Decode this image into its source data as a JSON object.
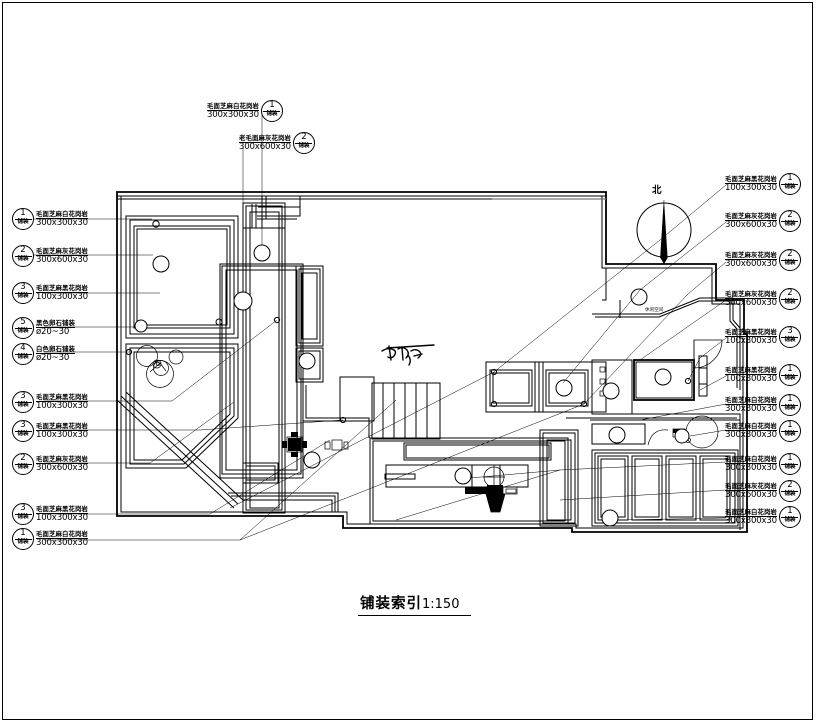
{
  "sheet": {
    "title": "铺装索引",
    "scale": "1:150",
    "north_label": "北",
    "room_label": "休闲空间",
    "watermark": "signature-watermark"
  },
  "materials": {
    "granite_white": "毛面芝麻白花岗岩",
    "granite_grey": "毛面芝麻灰花岗岩",
    "granite_black": "毛面芝麻黑花岗岩",
    "granite_grey_old": "老毛面麻灰花岗岩",
    "pebble_black": "黑色卵石铺装",
    "pebble_white": "白色卵石铺装",
    "dim_300x300": "300x300x30",
    "dim_300x600": "300x600x30",
    "dim_100x300": "100x300x30",
    "dim_pebble": "ø20~30",
    "bubble_denominator": "铺装"
  },
  "top_labels": [
    {
      "id": "top-1",
      "num": "1",
      "den": "铺装",
      "material": "毛面芝麻白花岗岩",
      "dim": "300x300x30"
    },
    {
      "id": "top-2",
      "num": "2",
      "den": "铺装",
      "material": "老毛面麻灰花岗岩",
      "dim": "300x600x30"
    }
  ],
  "left_labels": [
    {
      "id": "left-1",
      "num": "1",
      "den": "铺装",
      "material": "毛面芝麻白花岗岩",
      "dim": "300x300x30"
    },
    {
      "id": "left-2",
      "num": "2",
      "den": "铺装",
      "material": "毛面芝麻灰花岗岩",
      "dim": "300x600x30"
    },
    {
      "id": "left-3",
      "num": "3",
      "den": "铺装",
      "material": "毛面芝麻黑花岗岩",
      "dim": "100x300x30"
    },
    {
      "id": "left-4",
      "num": "5",
      "den": "铺装",
      "material": "黑色卵石铺装",
      "dim": "ø20~30"
    },
    {
      "id": "left-5",
      "num": "4",
      "den": "铺装",
      "material": "白色卵石铺装",
      "dim": "ø20~30"
    },
    {
      "id": "left-6",
      "num": "3",
      "den": "铺装",
      "material": "毛面芝麻黑花岗岩",
      "dim": "100x300x30"
    },
    {
      "id": "left-7",
      "num": "3",
      "den": "铺装",
      "material": "毛面芝麻黑花岗岩",
      "dim": "100x300x30"
    },
    {
      "id": "left-8",
      "num": "2",
      "den": "铺装",
      "material": "毛面芝麻灰花岗岩",
      "dim": "300x600x30"
    },
    {
      "id": "left-9",
      "num": "3",
      "den": "铺装",
      "material": "毛面芝麻黑花岗岩",
      "dim": "100x300x30"
    },
    {
      "id": "left-10",
      "num": "1",
      "den": "铺装",
      "material": "毛面芝麻白花岗岩",
      "dim": "300x300x30"
    }
  ],
  "right_labels": [
    {
      "id": "right-1",
      "num": "1",
      "den": "铺装",
      "material": "毛面芝麻黑花岗岩",
      "dim": "100x300x30"
    },
    {
      "id": "right-2",
      "num": "2",
      "den": "铺装",
      "material": "毛面芝麻灰花岗岩",
      "dim": "300x600x30"
    },
    {
      "id": "right-3",
      "num": "2",
      "den": "铺装",
      "material": "毛面芝麻灰花岗岩",
      "dim": "300x600x30"
    },
    {
      "id": "right-4",
      "num": "2",
      "den": "铺装",
      "material": "毛面芝麻灰花岗岩",
      "dim": "300x600x30"
    },
    {
      "id": "right-5",
      "num": "3",
      "den": "铺装",
      "material": "毛面芝麻黑花岗岩",
      "dim": "100x300x30"
    },
    {
      "id": "right-6",
      "num": "1",
      "den": "铺装",
      "material": "毛面芝麻黑花岗岩",
      "dim": "100x300x30"
    },
    {
      "id": "right-7",
      "num": "1",
      "den": "铺装",
      "material": "毛面芝麻白花岗岩",
      "dim": "300x300x30"
    },
    {
      "id": "right-8",
      "num": "1",
      "den": "铺装",
      "material": "毛面芝麻白花岗岩",
      "dim": "300x300x30"
    },
    {
      "id": "right-9",
      "num": "1",
      "den": "铺装",
      "material": "毛面芝麻白花岗岩",
      "dim": "300x300x30"
    },
    {
      "id": "right-10",
      "num": "2",
      "den": "铺装",
      "material": "毛面芝麻灰花岗岩",
      "dim": "300x600x30"
    },
    {
      "id": "right-11",
      "num": "1",
      "den": "铺装",
      "material": "毛面芝麻白花岗岩",
      "dim": "300x300x30"
    }
  ]
}
